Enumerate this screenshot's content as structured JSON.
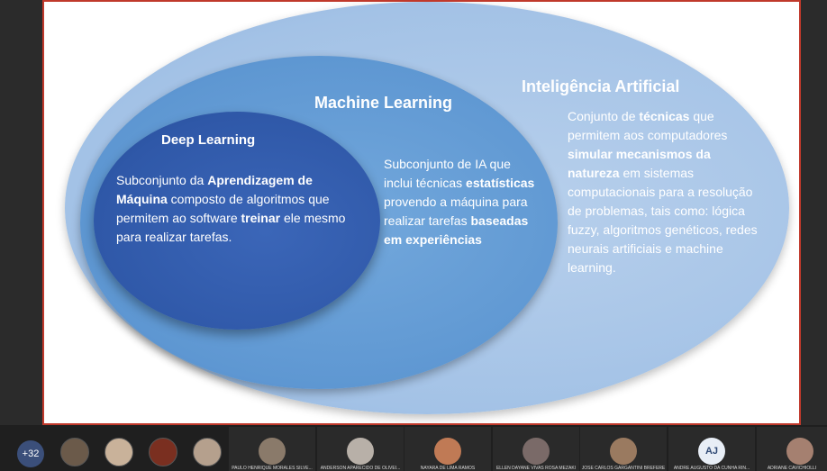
{
  "slide": {
    "ai": {
      "title": "Inteligência Artificial",
      "desc": [
        {
          "t": "Conjunto de "
        },
        {
          "t": "técnicas",
          "b": true
        },
        {
          "t": " que permitem aos computadores "
        },
        {
          "t": "simular mecanismos da natureza",
          "b": true
        },
        {
          "t": " em sistemas computacionais para a resolução de problemas, tais como: lógica fuzzy, algoritmos genéticos, redes neurais artificiais e machine learning."
        }
      ]
    },
    "ml": {
      "title": "Machine Learning",
      "desc": [
        {
          "t": "Subconjunto de IA que inclui técnicas "
        },
        {
          "t": "estatísticas",
          "b": true
        },
        {
          "t": " provendo a máquina para realizar tarefas "
        },
        {
          "t": "baseadas em experiências",
          "b": true
        }
      ]
    },
    "dl": {
      "title": "Deep Learning",
      "desc": [
        {
          "t": "Subconjunto da "
        },
        {
          "t": "Aprendizagem de Máquina",
          "b": true
        },
        {
          "t": "  composto de algoritmos que permitem ao software "
        },
        {
          "t": "treinar",
          "b": true
        },
        {
          "t": " ele mesmo para realizar tarefas."
        }
      ]
    }
  },
  "meeting": {
    "more_count": "+32",
    "participants": [
      {
        "name": "PAULO HENRIQUE MORALES SILVE...",
        "color": "#8a7a6a"
      },
      {
        "name": "ANDERSON APARECIDO DE OLIVEI...",
        "color": "#b8b0a8"
      },
      {
        "name": "NAYARA DE LIMA RAMOS",
        "color": "#c07a55"
      },
      {
        "name": "ELLEN DAYANE VIVAS ROSA MEZAKI",
        "color": "#7a6a68"
      },
      {
        "name": "JOSE CARLOS GARGANTINI BREFERE",
        "color": "#9a7a60"
      },
      {
        "name": "ANDRE AUGUSTO DA CUNHA RIN...",
        "initials": "AJ"
      },
      {
        "name": "ADRIANE CAVICHIOLLI",
        "color": "#a58070"
      }
    ]
  }
}
